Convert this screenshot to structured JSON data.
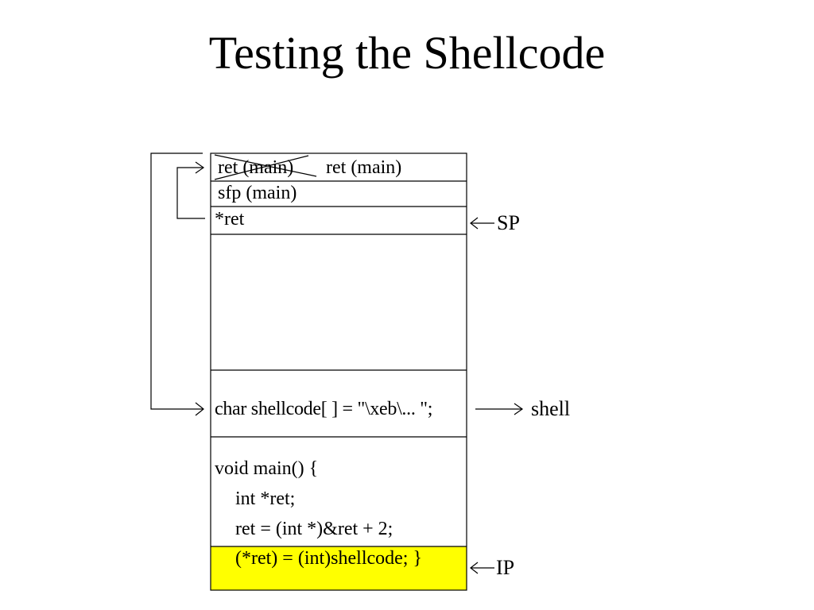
{
  "title": "Testing the Shellcode",
  "stack": {
    "ret_old": "ret (main)",
    "ret_new": "ret (main)",
    "sfp": "sfp (main)",
    "ret_ptr": "*ret"
  },
  "code": {
    "shellcode_decl": "char shellcode[ ] = \"\\xeb\\... \";",
    "main_open": "void main() {",
    "line_decl": "int *ret;",
    "line_assign": "ret = (int *)&ret + 2;",
    "line_call": "(*ret) = (int)shellcode; }"
  },
  "labels": {
    "sp": "SP",
    "shell": "shell",
    "ip": "IP"
  },
  "colors": {
    "highlight": "#ffff00",
    "line": "#000000"
  }
}
